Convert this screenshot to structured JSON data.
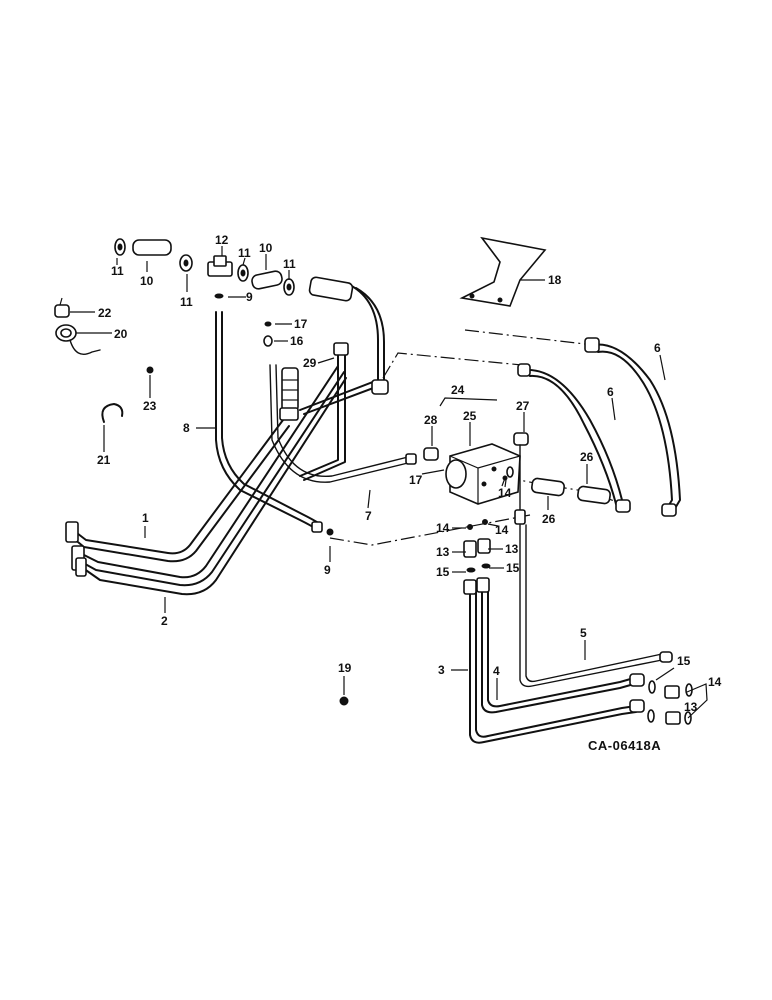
{
  "labels": {
    "p1": "1",
    "p2": "2",
    "p3": "3",
    "p4": "4",
    "p5": "5",
    "p6a": "6",
    "p6b": "6",
    "p7": "7",
    "p8": "8",
    "p9a": "9",
    "p9b": "9",
    "p10a": "10",
    "p10b": "10",
    "p11a": "11",
    "p11b": "11",
    "p11c": "11",
    "p11d": "11",
    "p12": "12",
    "p13a": "13",
    "p13b": "13",
    "p13c": "13",
    "p14a": "14",
    "p14b": "14",
    "p14c": "14",
    "p14d": "14",
    "p15a": "15",
    "p15b": "15",
    "p15c": "15",
    "p16": "16",
    "p17a": "17",
    "p17b": "17",
    "p18": "18",
    "p19": "19",
    "p20": "20",
    "p21": "21",
    "p22": "22",
    "p23": "23",
    "p24": "24",
    "p25": "25",
    "p26a": "26",
    "p26b": "26",
    "p27": "27",
    "p28": "28",
    "p29": "29"
  },
  "drawing_code": "CA-06418A"
}
